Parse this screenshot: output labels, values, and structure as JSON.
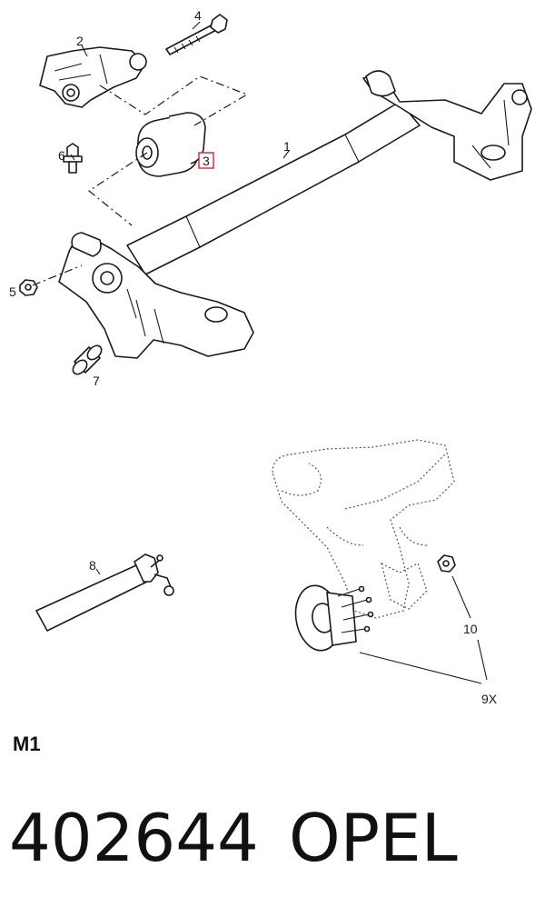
{
  "callouts": {
    "c1": "1",
    "c2": "2",
    "c3": "3",
    "c4": "4",
    "c5": "5",
    "c6": "6",
    "c7": "7",
    "c8": "8",
    "c9": "9X",
    "c10": "10"
  },
  "section_label": "M1",
  "part_number": "402644",
  "brand": "OPEL",
  "colors": {
    "line": "#1a1a1a",
    "highlight": "#e0202a"
  }
}
